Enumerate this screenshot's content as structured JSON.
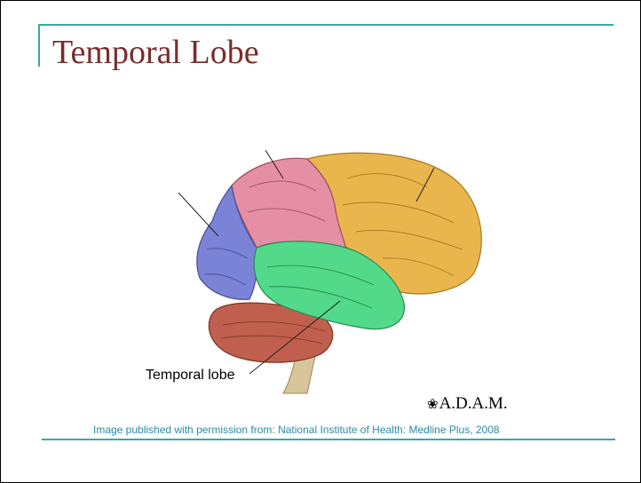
{
  "slide": {
    "title": "Temporal Lobe",
    "figure": {
      "label": "Temporal lobe",
      "logo_text": "A.D.A.M.",
      "lobe_colors": {
        "frontal": "#e9b64e",
        "parietal": "#e58fa4",
        "occipital": "#7b83d6",
        "temporal": "#52d98a",
        "cerebellum": "#c05f4d",
        "brainstem": "#d8c59a"
      }
    },
    "credit": "Image published with permission from: National Institute of Health: Medline Plus, 2008",
    "accent_color": "#3aa6a6",
    "title_color": "#7a2c2c"
  }
}
